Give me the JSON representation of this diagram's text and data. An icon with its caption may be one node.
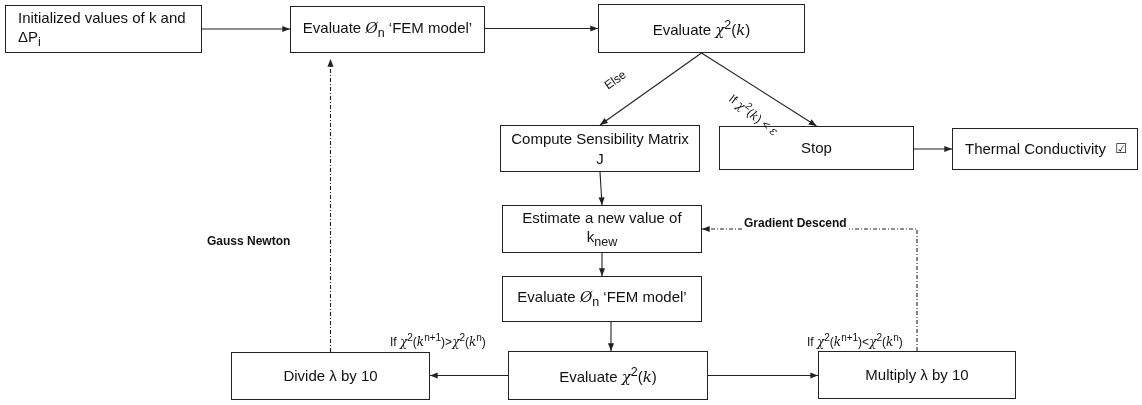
{
  "diagram": {
    "nodes": [
      {
        "text": [
          "Initialized values of k and ΔP$_{i}$"
        ]
      },
      {
        "text": [
          "Evaluate *Ø*$_{n}$ ‘FEM model’"
        ]
      },
      {
        "text": [
          "Evaluate *χ*$^{2}$(*k*)"
        ]
      },
      {
        "text": [
          "Compute Sensibility Matrix J"
        ]
      },
      {
        "text": [
          "Stop"
        ]
      },
      {
        "text": [
          "Thermal Conductivity",
          "☑"
        ]
      },
      {
        "text": [
          "Estimate a new value of k$_{new}$"
        ]
      },
      {
        "text": [
          "Evaluate *Ø*$_{n}$ ‘FEM model’"
        ]
      },
      {
        "text": [
          "Evaluate *χ*$^{2}$(*k*)"
        ]
      },
      {
        "text": [
          "Divide λ by 10"
        ]
      },
      {
        "text": [
          "Multiply λ by 10"
        ]
      }
    ],
    "edges": [
      {
        "from": 0,
        "to": 1,
        "arrow": "to"
      },
      {
        "from": 1,
        "to": 2,
        "arrow": "to"
      },
      {
        "from": 2,
        "to": 3,
        "arrow": "to",
        "label": "Else"
      },
      {
        "from": 2,
        "to": 4,
        "arrow": "to",
        "label": "If *χ*$^{2}$(*k*) < *ε*"
      },
      {
        "from": 4,
        "to": 5,
        "arrow": "to"
      },
      {
        "from": 3,
        "to": 6,
        "arrow": "to"
      },
      {
        "from": 6,
        "to": 7,
        "arrow": "to"
      },
      {
        "from": 7,
        "to": 8,
        "arrow": "to"
      },
      {
        "from": 8,
        "to": 9,
        "arrow": "to",
        "label": "If *χ*$^{2}$(*k*$^{n+1}$)>*χ*$^{2}$(*k*$^{n}$)"
      },
      {
        "from": 8,
        "to": 10,
        "arrow": "to",
        "label": "If *χ*$^{2}$(*k*$^{n+1}$)<*χ*$^{2}$(*k*$^{n}$)"
      },
      {
        "from": 9,
        "to": 1,
        "arrow": "to",
        "style": "dashed",
        "label": "Gauss Newton"
      },
      {
        "from": 10,
        "to": 6,
        "arrow": "to",
        "style": "dashed",
        "label": "Gradient Descend"
      }
    ]
  }
}
